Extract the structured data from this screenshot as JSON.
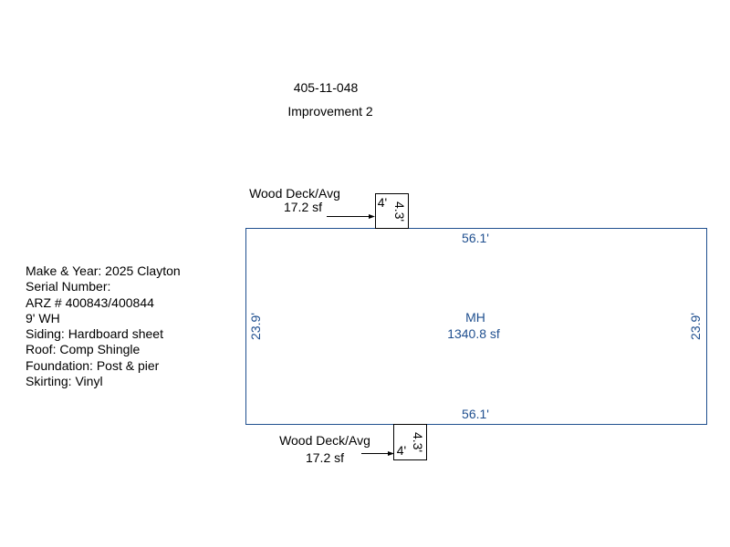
{
  "header": {
    "parcel": "405-11-048",
    "title": "Improvement 2"
  },
  "notes": [
    "Make & Year: 2025 Clayton",
    "Serial Number:",
    "ARZ # 400843/400844",
    "9' WH",
    "Siding: Hardboard sheet",
    "Roof: Comp Shingle",
    "Foundation: Post & pier",
    "Skirting: Vinyl"
  ],
  "main_area": {
    "label": "MH",
    "area": "1340.8 sf",
    "top_dim": "56.1'",
    "bottom_dim": "56.1'",
    "left_dim": "23.9'",
    "right_dim": "23.9'",
    "color": "#1f4f8f"
  },
  "decks": [
    {
      "label": "Wood Deck/Avg",
      "area": "17.2 sf",
      "width_dim": "4'",
      "depth_dim": "4.3'"
    },
    {
      "label": "Wood Deck/Avg",
      "area": "17.2 sf",
      "width_dim": "4'",
      "depth_dim": "4.3'"
    }
  ]
}
